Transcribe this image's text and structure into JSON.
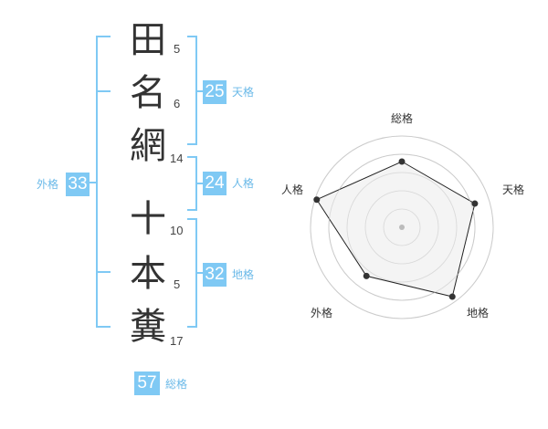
{
  "name": {
    "characters": [
      {
        "char": "田",
        "strokes": "5"
      },
      {
        "char": "名",
        "strokes": "6"
      },
      {
        "char": "網",
        "strokes": "14"
      },
      {
        "char": "十",
        "strokes": "10"
      },
      {
        "char": "本",
        "strokes": "5"
      },
      {
        "char": "糞",
        "strokes": "17"
      }
    ]
  },
  "scores": {
    "tenkaku": {
      "value": "25",
      "label": "天格"
    },
    "jinkaku": {
      "value": "24",
      "label": "人格"
    },
    "chikaku": {
      "value": "32",
      "label": "地格"
    },
    "gaikaku": {
      "value": "33",
      "label": "外格"
    },
    "soukaku": {
      "value": "57",
      "label": "総格"
    }
  },
  "colors": {
    "accent": "#7fc9f4",
    "bracket": "#7fc9f4",
    "label": "#6ab9e8",
    "radar_fill": "#f2f2f2",
    "radar_grid": "#cccccc",
    "radar_line": "#222222"
  },
  "chart_data": {
    "type": "radar",
    "axes": [
      "総格",
      "天格",
      "地格",
      "外格",
      "人格"
    ],
    "values": [
      0.72,
      0.84,
      0.94,
      0.66,
      0.98
    ],
    "max": 1,
    "rings": 5,
    "grid": true
  }
}
